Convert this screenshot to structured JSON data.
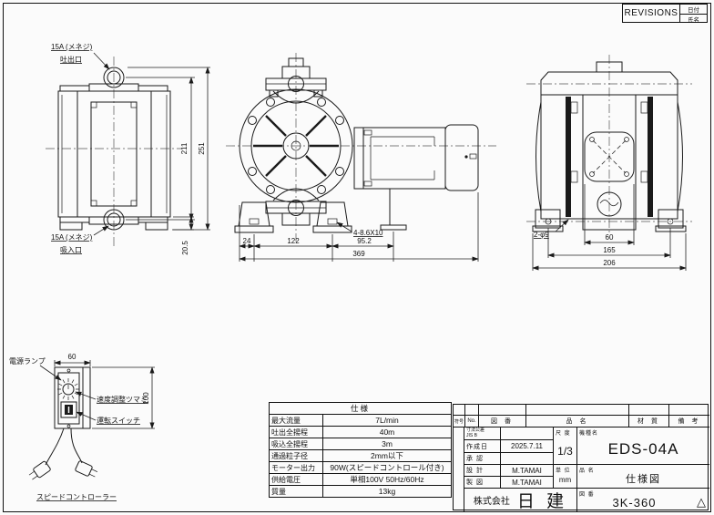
{
  "revisions": {
    "title": "REVISIONS",
    "date_label": "日付",
    "name_label": "氏名"
  },
  "side_view": {
    "port_top_size": "15A (メネジ)",
    "port_top_name": "吐出口",
    "port_bottom_size": "15A (メネジ)",
    "port_bottom_name": "吸入口",
    "dim_inner": "211",
    "dim_total": "251",
    "dim_foot": "20.5"
  },
  "front_view": {
    "dim_a": "24",
    "dim_b": "122",
    "dim_c": "95.2",
    "dim_total": "369",
    "slot_note": "4-8.6X10"
  },
  "rear_view": {
    "hole_note": "2-φ9",
    "dim_center": "60",
    "dim_feet": "165",
    "dim_total": "206"
  },
  "controller": {
    "dim_width": "60",
    "dim_height": "100",
    "label_power_lamp": "電源ランプ",
    "label_speed_knob": "速度調整ツマミ",
    "label_run_switch": "運転スイッチ",
    "caption": "スピードコントローラー"
  },
  "spec_table": {
    "title": "仕様",
    "rows": [
      {
        "label": "最大流量",
        "value": "7L/min"
      },
      {
        "label": "吐出全揚程",
        "value": "40m"
      },
      {
        "label": "吸込全揚程",
        "value": "3m"
      },
      {
        "label": "通過粒子径",
        "value": "2mm以下"
      },
      {
        "label": "モーター出力",
        "value": "90W(スピードコントロール付き)"
      },
      {
        "label": "供給電圧",
        "value": "単相100V 50Hz/60Hz"
      },
      {
        "label": "質量",
        "value": "13kg"
      }
    ]
  },
  "title_block": {
    "parts_header": {
      "sign": "符号",
      "no": "No.",
      "dwg": "図 番",
      "name": "品 名",
      "material": "材 質",
      "remarks": "備 考"
    },
    "tolerance_line1": "寸法公差",
    "tolerance_line2": "JIS B",
    "created_label": "作成日",
    "created_value": "2025.7.11",
    "approve_label": "承 認",
    "design_label": "設 計",
    "design_value": "M.TAMAI",
    "draft_label": "製 図",
    "draft_value": "M.TAMAI",
    "scale_label": "尺 度",
    "scale_value": "1/3",
    "unit_label": "単 位",
    "unit_value": "mm",
    "model_label": "機種名",
    "model_value": "EDS-04A",
    "name_label": "品 名",
    "name_value": "仕様図",
    "dwg_label": "図 番",
    "dwg_value": "3K-360",
    "company_prefix": "株式会社",
    "company_logo": "日 建",
    "rev_mark": "△"
  }
}
